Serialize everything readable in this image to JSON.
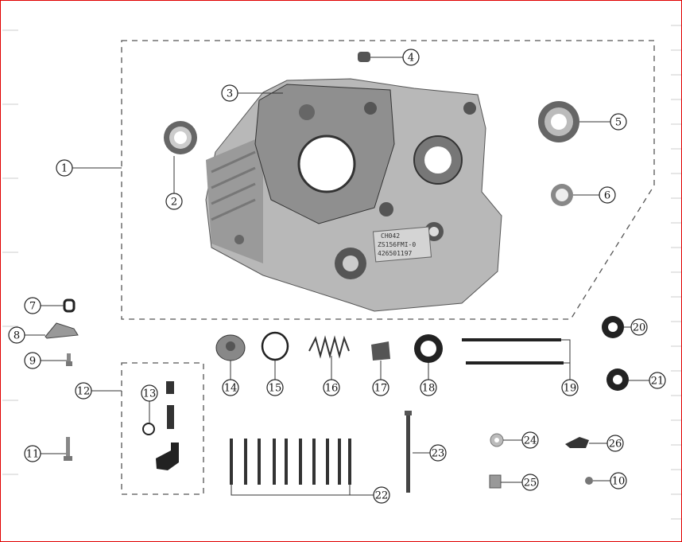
{
  "diagram": {
    "callouts": [
      "1",
      "2",
      "3",
      "4",
      "5",
      "6",
      "7",
      "8",
      "9",
      "10",
      "11",
      "12",
      "13",
      "14",
      "15",
      "16",
      "17",
      "18",
      "19",
      "20",
      "21",
      "22",
      "23",
      "24",
      "25",
      "26"
    ],
    "engine_plate": {
      "line1": "CH042",
      "line2": "ZS156FMI-0",
      "line3": "426501197"
    }
  },
  "colors": {
    "border": "#e00000",
    "metal": "#b8b8b8",
    "dark": "#2a2a2a"
  }
}
